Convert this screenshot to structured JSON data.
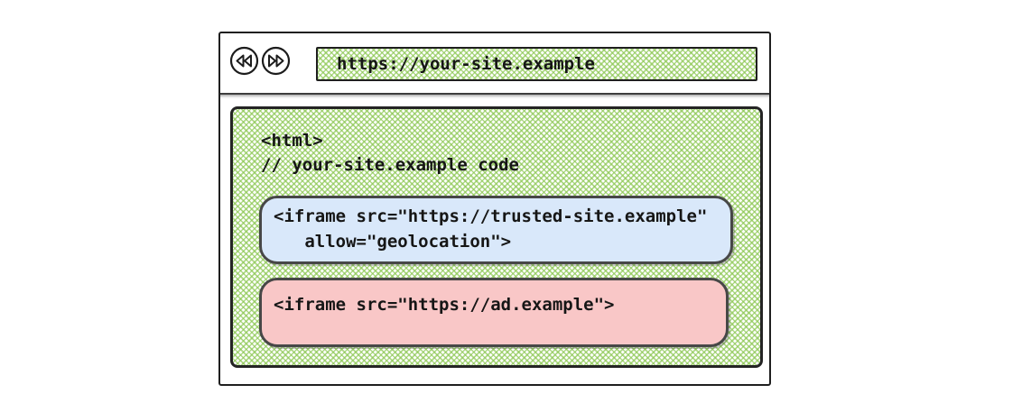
{
  "colors": {
    "hatch_green": "#8bc752",
    "ink": "#161616",
    "trusted_iframe_fill": "#d9e8fa",
    "ad_iframe_fill": "#f9c7c7"
  },
  "browser": {
    "url": "https://your-site.example",
    "toolbar": {
      "back_icon": "rewind-icon",
      "forward_icon": "fast-forward-icon"
    }
  },
  "page": {
    "code_lines": [
      "<html>",
      "// your-site.example code"
    ],
    "trusted_iframe": {
      "lines": [
        "<iframe src=\"https://trusted-site.example\"",
        "   allow=\"geolocation\">"
      ]
    },
    "ad_iframe": {
      "lines": [
        "<iframe src=\"https://ad.example\">"
      ]
    }
  }
}
